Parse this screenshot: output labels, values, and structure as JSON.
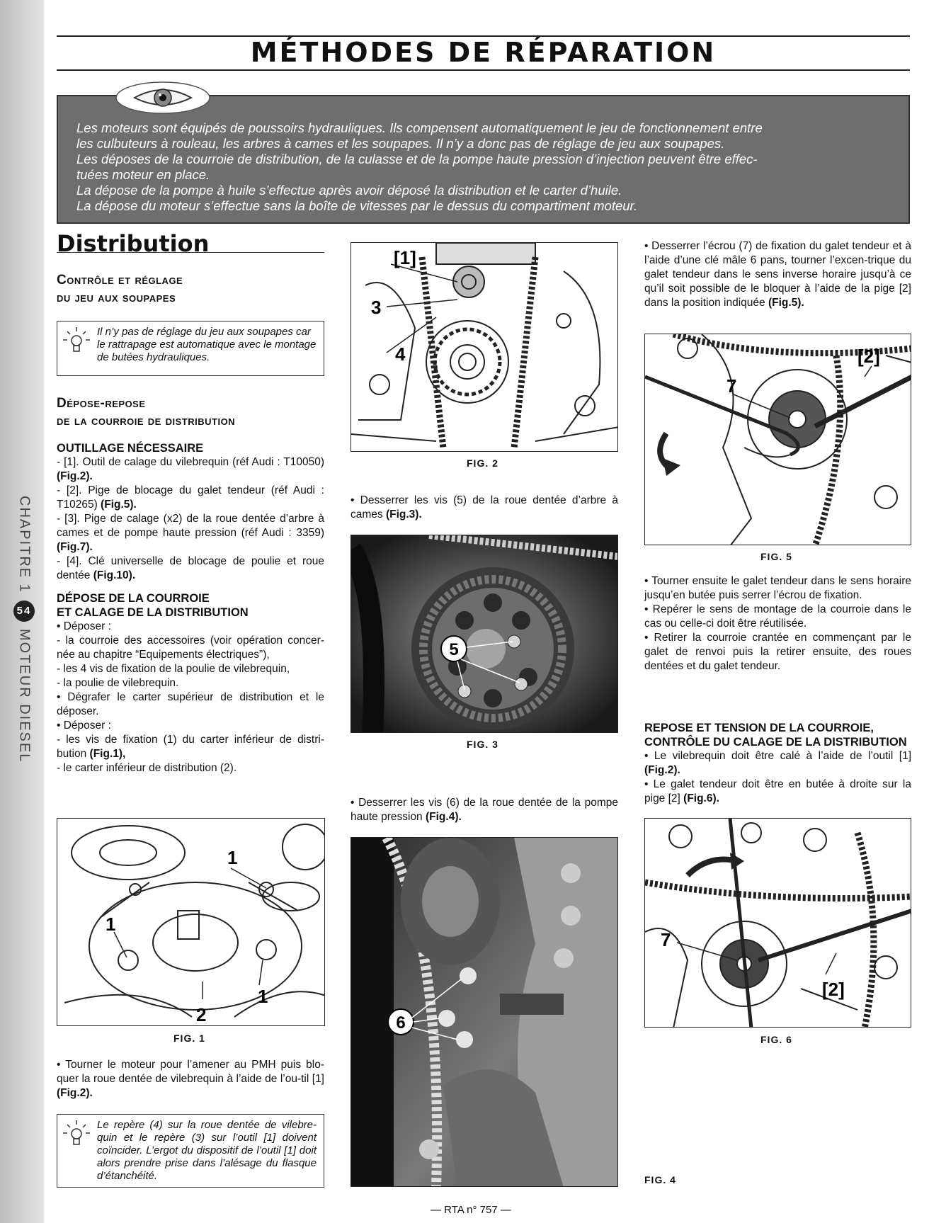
{
  "side": {
    "chapter": "CHAPITRE 1",
    "page_number": "54",
    "section": "MOTEUR DIESEL"
  },
  "header": {
    "title": "MÉTHODES DE RÉPARATION"
  },
  "info_box": {
    "lines": [
      "Les moteurs sont équipés de poussoirs hydrauliques. Ils compensent automatiquement le jeu de fonctionnement entre",
      "les culbuteurs à rouleau, les arbres à cames et les soupapes. Il n’y a donc pas de réglage de jeu aux soupapes.",
      "Les déposes de la courroie de distribution, de la culasse et de la pompe haute pression d’injection peuvent être effec-",
      "tuées moteur en place.",
      "La dépose de la pompe à huile s’effectue après avoir déposé la distribution et le carter d’huile.",
      "La dépose du moteur s’effectue sans la boîte de vitesses par le dessus du compartiment moteur."
    ]
  },
  "col1": {
    "section_title": "Distribution",
    "h_controle": [
      "Contrôle et réglage",
      "du jeu aux soupapes"
    ],
    "note1": "Il n’y pas de réglage du jeu aux soupapes car le rattrapage est automatique avec le montage de butées hydrauliques.",
    "h_depose": [
      "Dépose-repose",
      "de la courroie de distribution"
    ],
    "h_outillage": "OUTILLAGE NÉCESSAIRE",
    "tools": [
      "- [1]. Outil de calage du vilebrequin (réf Audi : T10050) ",
      "- [2]. Pige de blocage du galet tendeur (réf Audi : T10265) ",
      "- [3]. Pige de calage (x2) de la roue dentée d’arbre à cames et de pompe haute pression (réf Audi : 3359) ",
      "- [4]. Clé universelle de blocage de poulie et roue dentée "
    ],
    "tools_refs": [
      "(Fig.2).",
      "(Fig.5).",
      "(Fig.7).",
      "(Fig.10)."
    ],
    "h_depose_courroie": [
      "DÉPOSE DE LA COURROIE",
      "ET CALAGE DE LA DISTRIBUTION"
    ],
    "steps": [
      "• Déposer :",
      "- la courroie des accessoires (voir opération concer-née au chapitre “Equipements électriques”),",
      "- les 4 vis de fixation de la poulie de vilebrequin,",
      "- la poulie de vilebrequin.",
      "• Dégrafer le carter supérieur de distribution et le déposer.",
      "• Déposer :"
    ],
    "step_vis": "- les vis de fixation (1) du carter inférieur de distri-bution ",
    "step_vis_ref": "(Fig.1),",
    "step_carter": "- le carter inférieur de distribution (2).",
    "fig1_label": "FIG. 1",
    "fig1_callouts": [
      "1",
      "1",
      "1",
      "2"
    ],
    "turn_text": "• Tourner le moteur pour l’amener au PMH puis blo-quer la roue dentée de vilebrequin à l’aide de l’ou-til [1] ",
    "turn_ref": "(Fig.2).",
    "note2": "Le repère (4) sur la roue dentée de vilebre-quin et le repère (3) sur l’outil [1] doivent coïncider. L’ergot du dispositif de l’outil [1] doit alors prendre prise dans l’alésage du flasque d’étanchéité."
  },
  "col2": {
    "fig2_label": "FIG. 2",
    "fig2_callouts": [
      "[1]",
      "3",
      "4"
    ],
    "text_fig3": "• Desserrer les vis (5) de la roue dentée d’arbre à cames ",
    "text_fig3_ref": "(Fig.3).",
    "fig3_label": "FIG. 3",
    "fig3_callouts": [
      "5"
    ],
    "text_fig4": "• Desserrer les vis (6) de la roue dentée de la pompe haute pression ",
    "text_fig4_ref": "(Fig.4).",
    "fig4_label": "FIG. 4",
    "fig4_callouts": [
      "6"
    ]
  },
  "col3": {
    "text_top": "• Desserrer l’écrou (7) de fixation du galet tendeur et à l’aide d’une clé mâle 6 pans, tourner l’excen-trique du galet tendeur dans le sens inverse horaire jusqu’à ce qu’il soit possible de le bloquer à l’aide de la pige [2] dans la position indiquée ",
    "text_top_ref": "(Fig.5).",
    "fig5_label": "FIG. 5",
    "fig5_callouts": [
      "[2]",
      "7"
    ],
    "steps_mid": [
      "• Tourner ensuite le galet tendeur dans le sens horaire jusqu’en butée puis serrer l’écrou de fixation.",
      "• Repérer le sens de montage de la courroie dans le cas ou celle-ci doit être réutilisée.",
      "• Retirer la courroie crantée en commençant par le galet de renvoi puis la retirer ensuite, des roues dentées et du galet tendeur."
    ],
    "h_repose": [
      "REPOSE ET TENSION DE LA COURROIE,",
      "CONTRÔLE DU CALAGE DE LA DISTRIBUTION"
    ],
    "repose_1": "• Le vilebrequin doit être calé à l’aide de l’outil [1] ",
    "repose_1_ref": "(Fig.2).",
    "repose_2": "• Le galet tendeur doit être en butée à droite sur la pige [2] ",
    "repose_2_ref": "(Fig.6).",
    "fig6_label": "FIG. 6",
    "fig6_callouts": [
      "7",
      "[2]"
    ]
  },
  "footer": {
    "text": "— RTA n° 757 —"
  }
}
